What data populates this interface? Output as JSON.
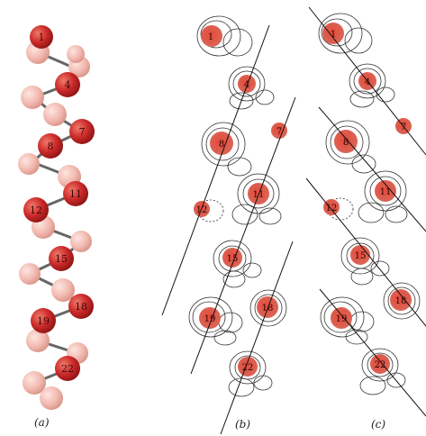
{
  "panel_labels": {
    "a": "(a)",
    "b": "(b)",
    "c": "(c)"
  },
  "residues": {
    "r1": "1",
    "r4": "4",
    "r7": "7",
    "r8": "8",
    "r11": "11",
    "r12": "12",
    "r15": "15",
    "r18": "18",
    "r19": "19",
    "r22": "22"
  },
  "colors": {
    "atom_dark": "#cc2a2a",
    "atom_light": "#f0b0a8",
    "bond": "#555555",
    "contour": "#333333",
    "line": "#111111"
  }
}
